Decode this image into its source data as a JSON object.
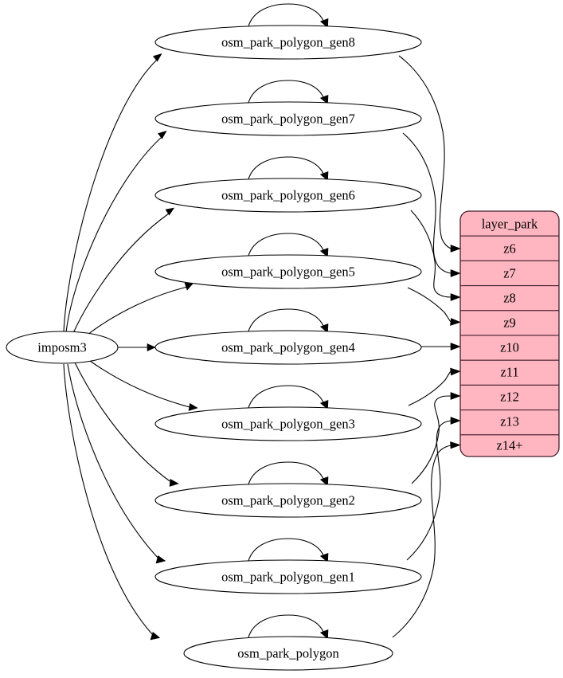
{
  "diagram": {
    "type": "graphviz-directed-graph",
    "title": "",
    "background_color": "#ffffff",
    "source_node": {
      "id": "imposm3",
      "label": "imposm3",
      "shape": "ellipse",
      "fill_color": "#ffffff",
      "stroke_color": "#000000"
    },
    "process_nodes": [
      {
        "id": "gen8",
        "label": "osm_park_polygon_gen8",
        "shape": "ellipse",
        "self_loop": true
      },
      {
        "id": "gen7",
        "label": "osm_park_polygon_gen7",
        "shape": "ellipse",
        "self_loop": true
      },
      {
        "id": "gen6",
        "label": "osm_park_polygon_gen6",
        "shape": "ellipse",
        "self_loop": true
      },
      {
        "id": "gen5",
        "label": "osm_park_polygon_gen5",
        "shape": "ellipse",
        "self_loop": true
      },
      {
        "id": "gen4",
        "label": "osm_park_polygon_gen4",
        "shape": "ellipse",
        "self_loop": true
      },
      {
        "id": "gen3",
        "label": "osm_park_polygon_gen3",
        "shape": "ellipse",
        "self_loop": true
      },
      {
        "id": "gen2",
        "label": "osm_park_polygon_gen2",
        "shape": "ellipse",
        "self_loop": true
      },
      {
        "id": "gen1",
        "label": "osm_park_polygon_gen1",
        "shape": "ellipse",
        "self_loop": true
      },
      {
        "id": "base",
        "label": "osm_park_polygon",
        "shape": "ellipse",
        "self_loop": true
      }
    ],
    "layer_table": {
      "id": "layer_park",
      "header": "layer_park",
      "fill_color": "#ffb6c1",
      "border_color": "#4a2430",
      "rows": [
        {
          "id": "z6",
          "label": "z6"
        },
        {
          "id": "z7",
          "label": "z7"
        },
        {
          "id": "z8",
          "label": "z8"
        },
        {
          "id": "z9",
          "label": "z9"
        },
        {
          "id": "z10",
          "label": "z10"
        },
        {
          "id": "z11",
          "label": "z11"
        },
        {
          "id": "z12",
          "label": "z12"
        },
        {
          "id": "z13",
          "label": "z13"
        },
        {
          "id": "z14",
          "label": "z14+"
        }
      ]
    },
    "edges": [
      {
        "from": "imposm3",
        "to": "gen8",
        "arrow": true
      },
      {
        "from": "imposm3",
        "to": "gen7",
        "arrow": true
      },
      {
        "from": "imposm3",
        "to": "gen6",
        "arrow": true
      },
      {
        "from": "imposm3",
        "to": "gen5",
        "arrow": true
      },
      {
        "from": "imposm3",
        "to": "gen4",
        "arrow": true
      },
      {
        "from": "imposm3",
        "to": "gen3",
        "arrow": true
      },
      {
        "from": "imposm3",
        "to": "gen2",
        "arrow": true
      },
      {
        "from": "imposm3",
        "to": "gen1",
        "arrow": true
      },
      {
        "from": "imposm3",
        "to": "base",
        "arrow": true
      },
      {
        "from": "gen8",
        "to": "z6",
        "arrow": true
      },
      {
        "from": "gen7",
        "to": "z7",
        "arrow": true
      },
      {
        "from": "gen6",
        "to": "z8",
        "arrow": true
      },
      {
        "from": "gen5",
        "to": "z9",
        "arrow": true
      },
      {
        "from": "gen4",
        "to": "z10",
        "arrow": true
      },
      {
        "from": "gen3",
        "to": "z11",
        "arrow": true
      },
      {
        "from": "gen2",
        "to": "z12",
        "arrow": true
      },
      {
        "from": "gen1",
        "to": "z13",
        "arrow": true
      },
      {
        "from": "base",
        "to": "z14",
        "arrow": true
      },
      {
        "from": "gen8",
        "to": "gen8",
        "arrow": true,
        "self_loop": true
      },
      {
        "from": "gen7",
        "to": "gen7",
        "arrow": true,
        "self_loop": true
      },
      {
        "from": "gen6",
        "to": "gen6",
        "arrow": true,
        "self_loop": true
      },
      {
        "from": "gen5",
        "to": "gen5",
        "arrow": true,
        "self_loop": true
      },
      {
        "from": "gen4",
        "to": "gen4",
        "arrow": true,
        "self_loop": true
      },
      {
        "from": "gen3",
        "to": "gen3",
        "arrow": true,
        "self_loop": true
      },
      {
        "from": "gen2",
        "to": "gen2",
        "arrow": true,
        "self_loop": true
      },
      {
        "from": "gen1",
        "to": "gen1",
        "arrow": true,
        "self_loop": true
      },
      {
        "from": "base",
        "to": "base",
        "arrow": true,
        "self_loop": true
      }
    ]
  }
}
